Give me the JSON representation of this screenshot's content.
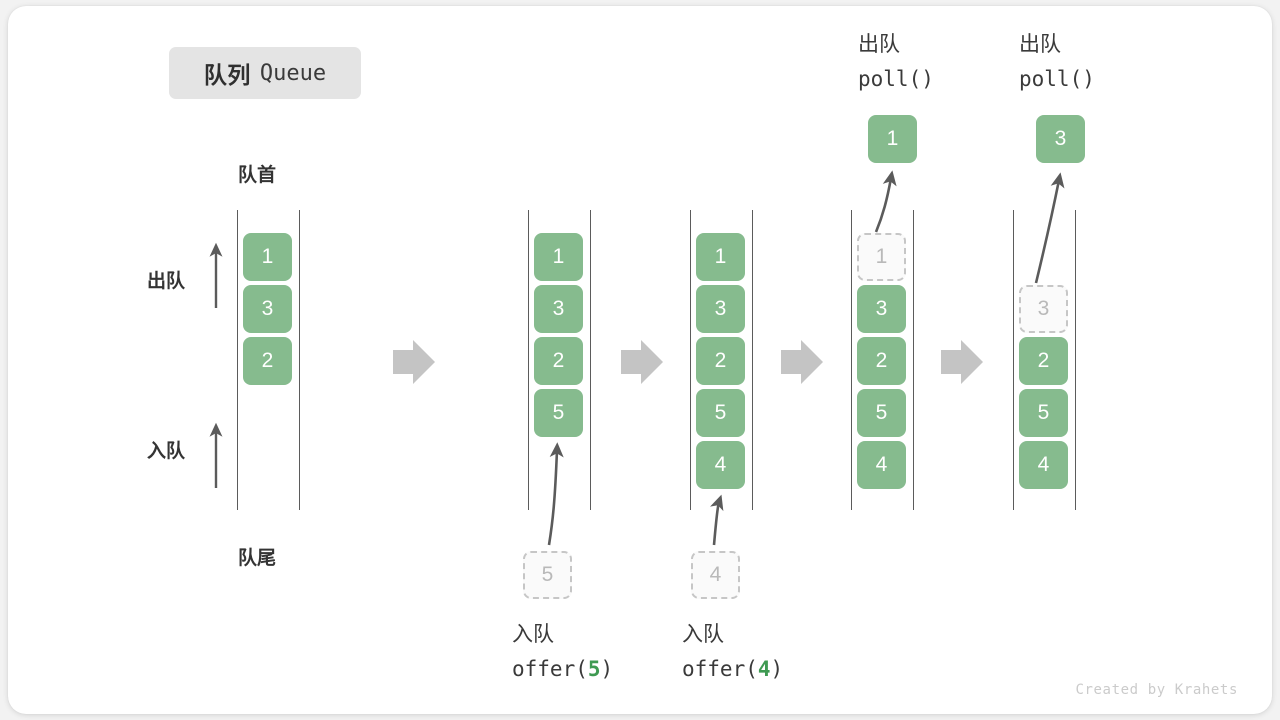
{
  "title": {
    "cn": "队列",
    "en": "Queue"
  },
  "colors": {
    "box_fill": "#86bb8e",
    "box_text": "#ffffff",
    "ghost_fill": "#fafafa",
    "ghost_border": "#c6c6c6",
    "ghost_text": "#b9b9b9",
    "rail": "#5b5b5b",
    "arrow_gray": "#c4c4c4",
    "accent_green": "#3f9a52",
    "badge_bg": "#e4e4e4",
    "card_bg": "#ffffff",
    "page_bg": "#f2f2f2"
  },
  "annotations": {
    "front": "队首",
    "rear": "队尾",
    "dequeue": "出队",
    "enqueue": "入队"
  },
  "columns": [
    {
      "id": "initial",
      "cells": [
        "1",
        "3",
        "2"
      ],
      "ghost_index": null,
      "caption": null,
      "result": null
    },
    {
      "id": "after-offer-5",
      "cells": [
        "1",
        "3",
        "2",
        "5"
      ],
      "ghost_index": null,
      "caption": {
        "cn": "入队",
        "fn": "offer(",
        "arg": "5",
        "close": ")"
      },
      "incoming": "5",
      "result": null
    },
    {
      "id": "after-offer-4",
      "cells": [
        "1",
        "3",
        "2",
        "5",
        "4"
      ],
      "ghost_index": null,
      "caption": {
        "cn": "入队",
        "fn": "offer(",
        "arg": "4",
        "close": ")"
      },
      "incoming": "4",
      "result": null
    },
    {
      "id": "after-poll-1",
      "cells": [
        "1",
        "3",
        "2",
        "5",
        "4"
      ],
      "ghost_index": 0,
      "caption": null,
      "result": {
        "cn": "出队",
        "fn": "poll()",
        "value": "1"
      }
    },
    {
      "id": "after-poll-3",
      "cells": [
        "",
        "3",
        "2",
        "5",
        "4"
      ],
      "ghost_index": 1,
      "caption": null,
      "result": {
        "cn": "出队",
        "fn": "poll()",
        "value": "3"
      }
    }
  ],
  "watermark": "Created by Krahets"
}
